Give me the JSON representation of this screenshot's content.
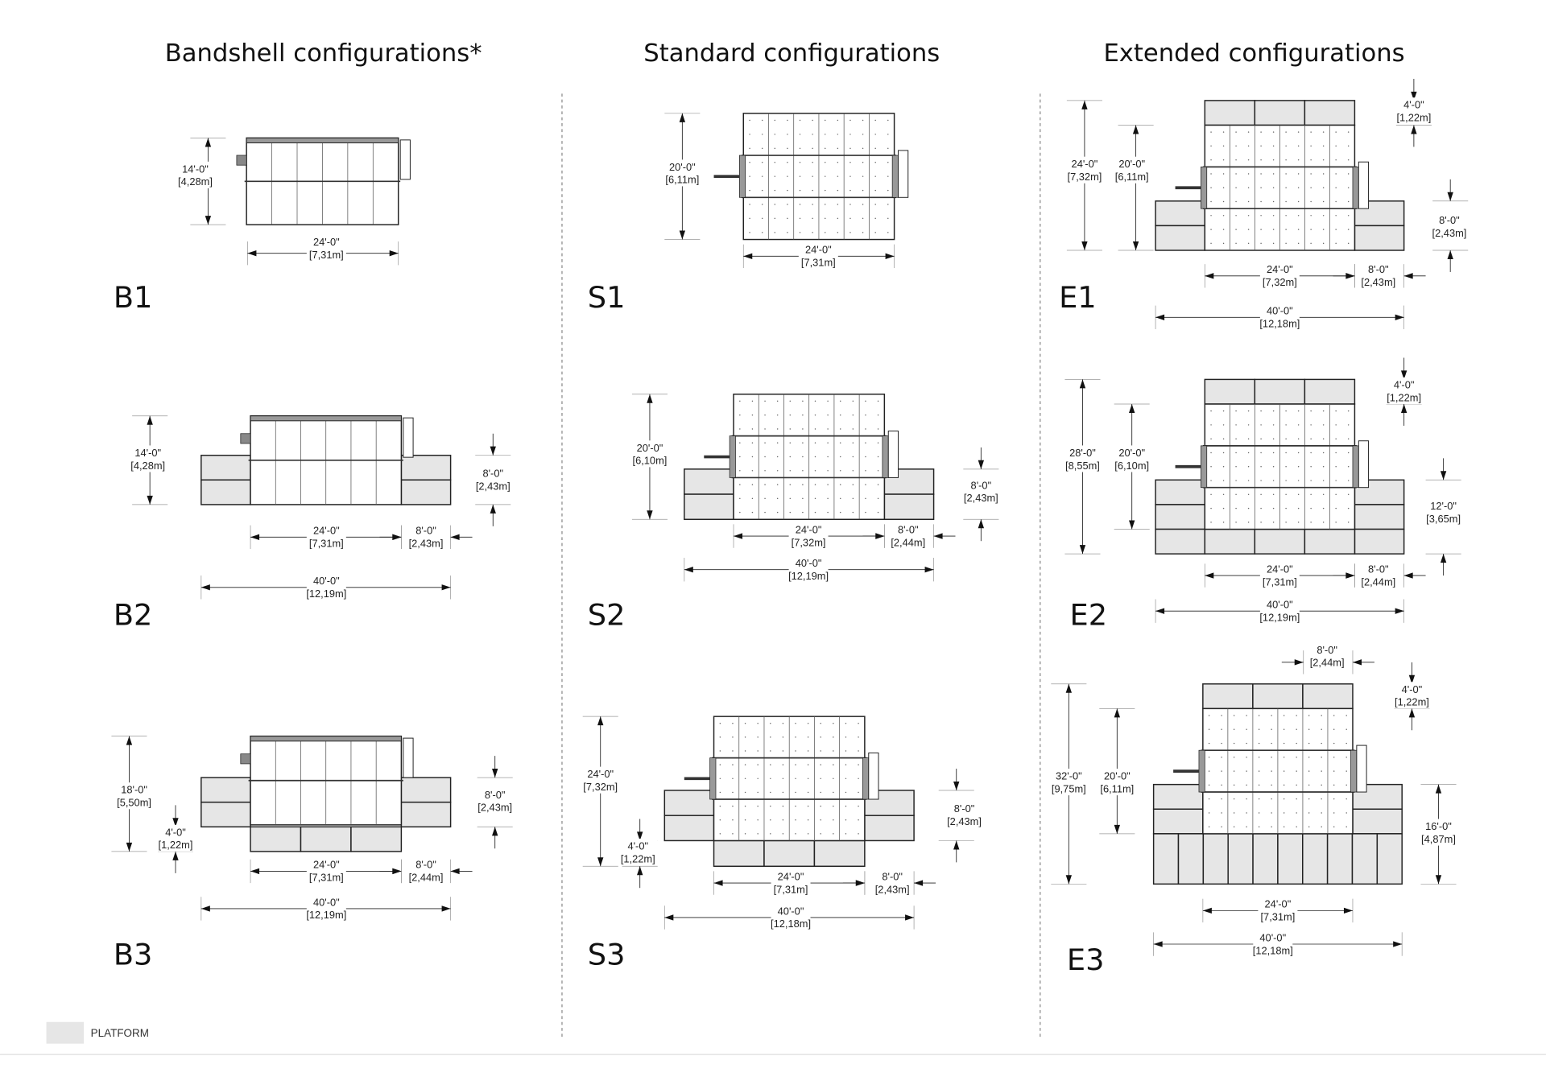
{
  "titles": {
    "bandshell": "Bandshell configurations*",
    "standard": "Standard configurations",
    "extended": "Extended configurations"
  },
  "legend": {
    "label": "PLATFORM",
    "color": "#e6e6e6"
  },
  "configs": {
    "B1": {
      "name": "B1",
      "dims": [
        {
          "ft": "14'-0\"",
          "m": "[4,28m]"
        },
        {
          "ft": "24'-0\"",
          "m": "[7,31m]"
        }
      ]
    },
    "B2": {
      "name": "B2",
      "dims": [
        {
          "ft": "14'-0\"",
          "m": "[4,28m]"
        },
        {
          "ft": "8'-0\"",
          "m": "[2,43m]"
        },
        {
          "ft": "24'-0\"",
          "m": "[7,31m]"
        },
        {
          "ft": "8'-0\"",
          "m": "[2,43m]"
        },
        {
          "ft": "40'-0\"",
          "m": "[12,19m]"
        }
      ]
    },
    "B3": {
      "name": "B3",
      "dims": [
        {
          "ft": "18'-0\"",
          "m": "[5,50m]"
        },
        {
          "ft": "4'-0\"",
          "m": "[1,22m]"
        },
        {
          "ft": "8'-0\"",
          "m": "[2,43m]"
        },
        {
          "ft": "24'-0\"",
          "m": "[7,31m]"
        },
        {
          "ft": "8'-0\"",
          "m": "[2,44m]"
        },
        {
          "ft": "40'-0\"",
          "m": "[12,19m]"
        }
      ]
    },
    "S1": {
      "name": "S1",
      "dims": [
        {
          "ft": "20'-0\"",
          "m": "[6,11m]"
        },
        {
          "ft": "24'-0\"",
          "m": "[7,31m]"
        }
      ]
    },
    "S2": {
      "name": "S2",
      "dims": [
        {
          "ft": "20'-0\"",
          "m": "[6,10m]"
        },
        {
          "ft": "8'-0\"",
          "m": "[2,43m]"
        },
        {
          "ft": "24'-0\"",
          "m": "[7,32m]"
        },
        {
          "ft": "8'-0\"",
          "m": "[2,44m]"
        },
        {
          "ft": "40'-0\"",
          "m": "[12,19m]"
        }
      ]
    },
    "S3": {
      "name": "S3",
      "dims": [
        {
          "ft": "24'-0\"",
          "m": "[7,32m]"
        },
        {
          "ft": "4'-0\"",
          "m": "[1,22m]"
        },
        {
          "ft": "8'-0\"",
          "m": "[2,43m]"
        },
        {
          "ft": "24'-0\"",
          "m": "[7,31m]"
        },
        {
          "ft": "8'-0\"",
          "m": "[2,43m]"
        },
        {
          "ft": "40'-0\"",
          "m": "[12,18m]"
        }
      ]
    },
    "E1": {
      "name": "E1",
      "dims": [
        {
          "ft": "24'-0\"",
          "m": "[7,32m]"
        },
        {
          "ft": "20'-0\"",
          "m": "[6,11m]"
        },
        {
          "ft": "4'-0\"",
          "m": "[1,22m]"
        },
        {
          "ft": "8'-0\"",
          "m": "[2,43m]"
        },
        {
          "ft": "24'-0\"",
          "m": "[7,32m]"
        },
        {
          "ft": "8'-0\"",
          "m": "[2,43m]"
        },
        {
          "ft": "40'-0\"",
          "m": "[12,18m]"
        }
      ]
    },
    "E2": {
      "name": "E2",
      "dims": [
        {
          "ft": "28'-0\"",
          "m": "[8,55m]"
        },
        {
          "ft": "20'-0\"",
          "m": "[6,10m]"
        },
        {
          "ft": "4'-0\"",
          "m": "[1,22m]"
        },
        {
          "ft": "12'-0\"",
          "m": "[3,65m]"
        },
        {
          "ft": "24'-0\"",
          "m": "[7,31m]"
        },
        {
          "ft": "8'-0\"",
          "m": "[2,44m]"
        },
        {
          "ft": "40'-0\"",
          "m": "[12,19m]"
        }
      ]
    },
    "E3": {
      "name": "E3",
      "dims": [
        {
          "ft": "8'-0\"",
          "m": "[2,44m]"
        },
        {
          "ft": "4'-0\"",
          "m": "[1,22m]"
        },
        {
          "ft": "32'-0\"",
          "m": "[9,75m]"
        },
        {
          "ft": "20'-0\"",
          "m": "[6,11m]"
        },
        {
          "ft": "16'-0\"",
          "m": "[4,87m]"
        },
        {
          "ft": "24'-0\"",
          "m": "[7,31m]"
        },
        {
          "ft": "40'-0\"",
          "m": "[12,18m]"
        }
      ]
    }
  }
}
